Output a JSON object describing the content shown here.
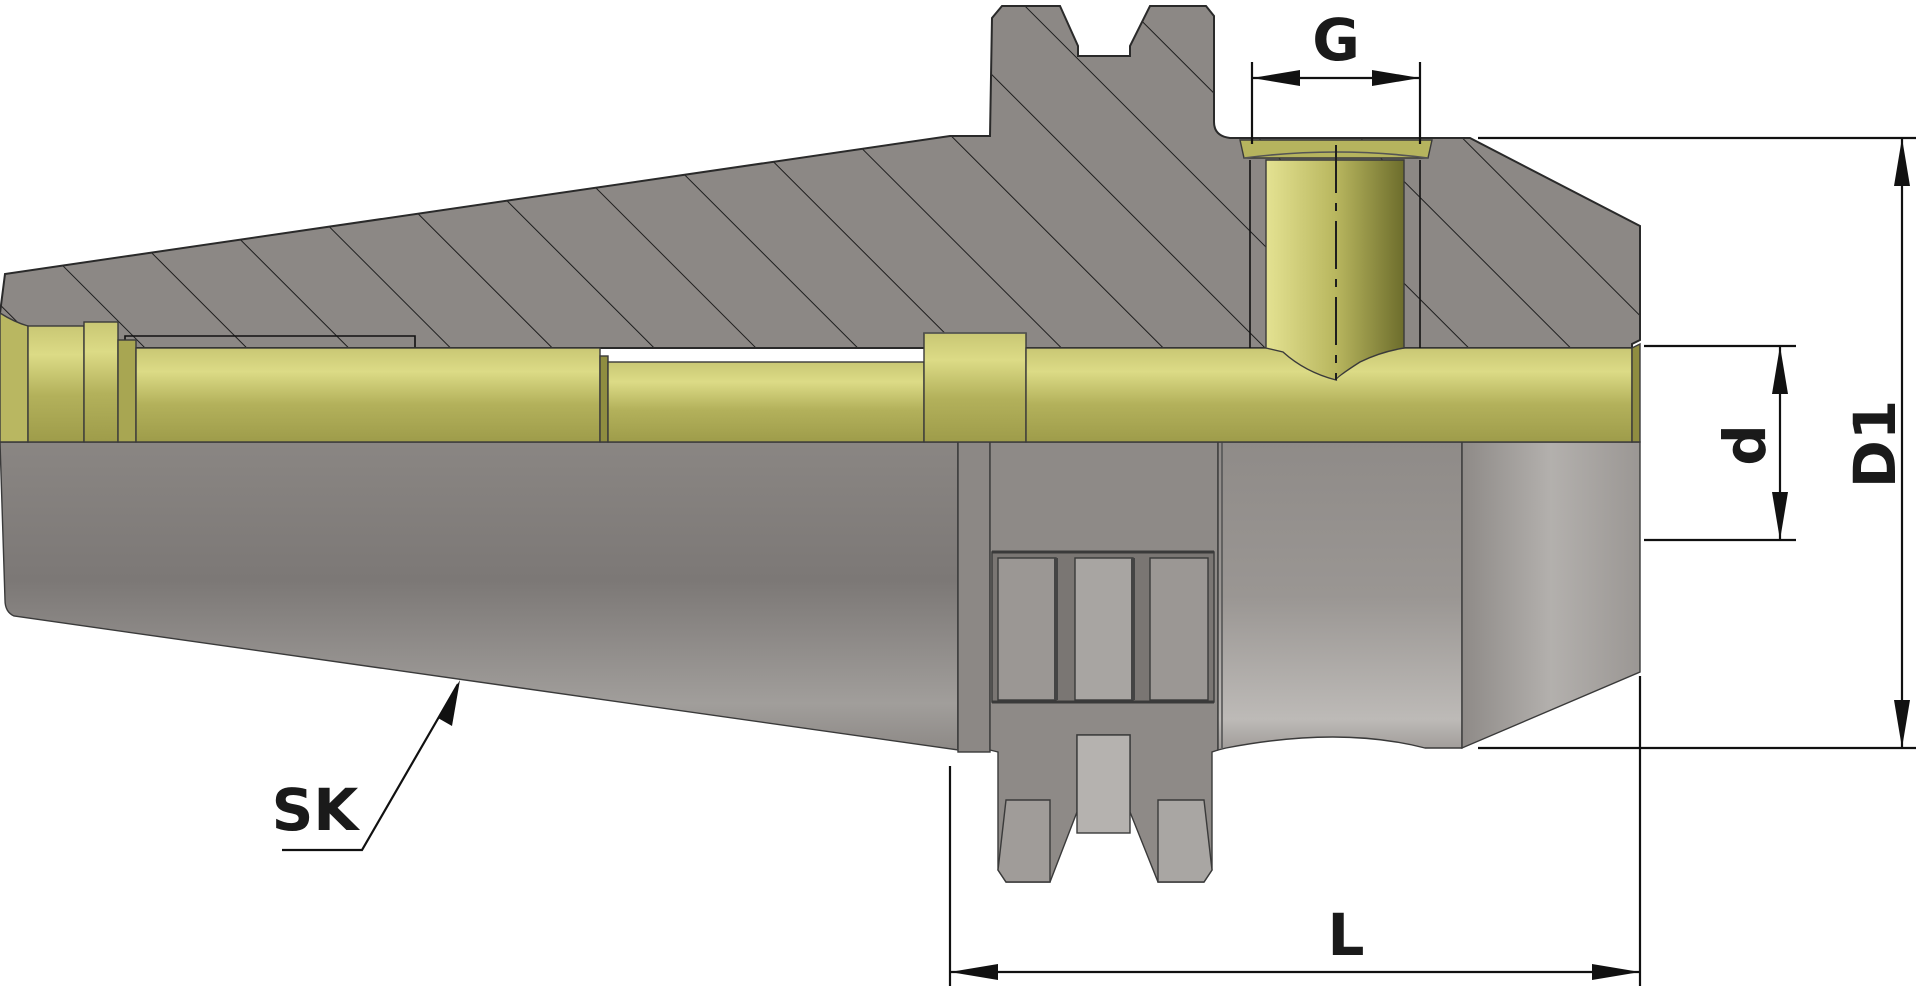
{
  "drawing": {
    "labels": {
      "G": "G",
      "d": "d",
      "D1": "D1",
      "L": "L",
      "SK": "SK"
    },
    "colors": {
      "section_fill": "#8c8885",
      "hatch": "#1e1e1e",
      "brass_light": "#e2e08a",
      "brass_mid": "#b6b45e",
      "brass_dark": "#8a8a3a",
      "steel_light": "#b2afac",
      "steel_mid": "#8e8a87",
      "steel_dark": "#6e6a68",
      "dimension": "#111111"
    }
  }
}
